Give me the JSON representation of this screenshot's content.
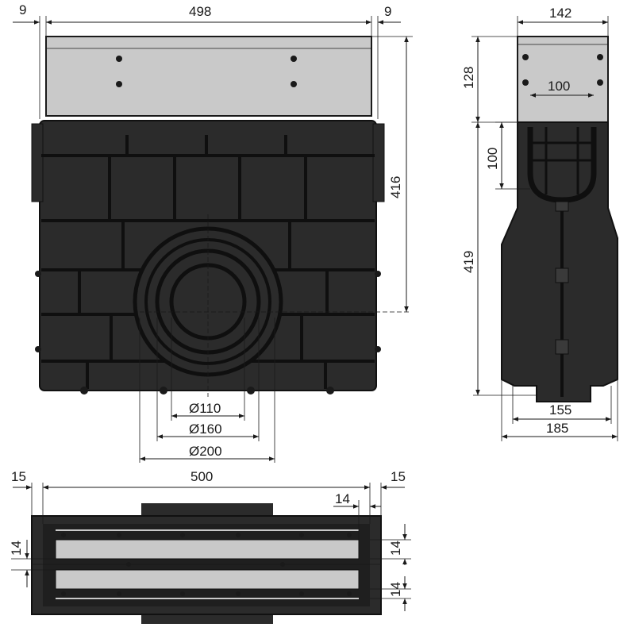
{
  "colors": {
    "body": "#2b2b2b",
    "body_dark": "#1a1a1a",
    "grate": "#c9c9c9",
    "line": "#1a1a1a",
    "background": "#ffffff"
  },
  "front_view": {
    "dim_left_gap": "9",
    "dim_width": "498",
    "dim_right_gap": "9",
    "dim_height": "416",
    "dim_d110": "Ø110",
    "dim_d160": "Ø160",
    "dim_d200": "Ø200"
  },
  "side_view": {
    "dim_top_width": "142",
    "dim_grate_height": "128",
    "dim_inner_width": "100",
    "dim_inner_depth": "100",
    "dim_body_height": "419",
    "dim_bottom_inner": "155",
    "dim_bottom_outer": "185"
  },
  "plan_view": {
    "dim_left_gap": "15",
    "dim_length": "500",
    "dim_right_gap": "15",
    "dim_wall_top": "14",
    "dim_wall_left": "14",
    "dim_wall_right_top": "14",
    "dim_wall_right_bottom": "14"
  }
}
